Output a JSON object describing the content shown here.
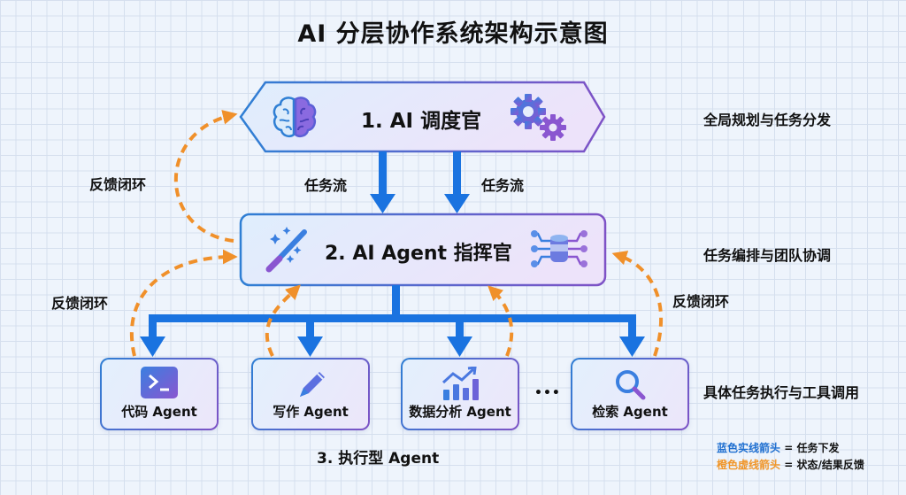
{
  "title": "AI 分层协作系统架构示意图",
  "layers": {
    "dispatcher": {
      "label": "1. AI 调度官",
      "description": "全局规划与任务分发",
      "left_icon": "brain-icon",
      "right_icon": "gears-icon"
    },
    "commander": {
      "label": "2. AI Agent 指挥官",
      "description": "任务编排与团队协调",
      "left_icon": "magic-wand-icon",
      "right_icon": "database-network-icon"
    },
    "executors": {
      "label": "3. 执行型 Agent",
      "description": "具体任务执行与工具调用",
      "agents": [
        {
          "label": "代码 Agent",
          "icon": "terminal-icon"
        },
        {
          "label": "写作 Agent",
          "icon": "pencil-icon"
        },
        {
          "label": "数据分析 Agent",
          "icon": "chart-growth-icon"
        },
        {
          "label": "检索 Agent",
          "icon": "search-icon"
        }
      ],
      "ellipsis": "•••"
    }
  },
  "connectors": {
    "task_flow_labels": [
      "任务流",
      "任务流"
    ],
    "feedback_labels": [
      "反馈闭环",
      "反馈闭环",
      "反馈闭环"
    ]
  },
  "legend": {
    "blue": {
      "key": "蓝色实线箭头",
      "sep": " = ",
      "meaning": "任务下发"
    },
    "orange": {
      "key": "橙色虚线箭头",
      "sep": " = ",
      "meaning": "状态/结果反馈"
    }
  },
  "colors": {
    "task_arrow": "#1a73e0",
    "feedback_arrow": "#f0902a",
    "border_start": "#2f7fd4",
    "border_end": "#7e52c6",
    "legend_blue": "#1f6fd0",
    "legend_orange": "#f0962a"
  }
}
